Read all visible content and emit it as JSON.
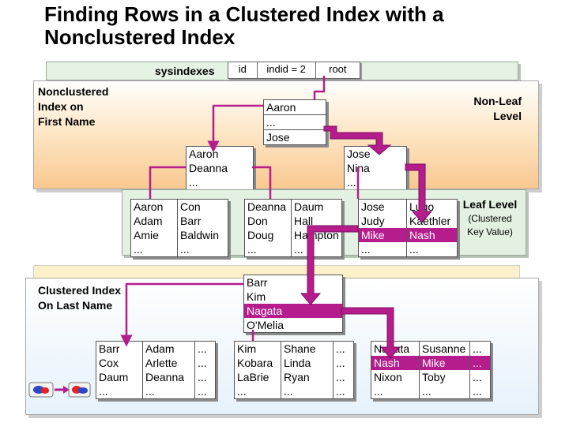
{
  "title": [
    "Finding Rows in a Clustered Index with a",
    "Nonclustered Index"
  ],
  "sysindexes": {
    "label": "sysindexes",
    "cols": [
      "id",
      "indid = 2",
      "root"
    ]
  },
  "labels": {
    "nonclustered": [
      "Nonclustered",
      "Index on",
      "First Name"
    ],
    "nonleaf": [
      "Non-Leaf",
      "Level"
    ],
    "leaf_title": "Leaf Level",
    "leaf_sub": [
      "(Clustered",
      "Key Value)"
    ],
    "clustered": [
      "Clustered Index",
      "On Last Name"
    ]
  },
  "nc_root": [
    "Aaron",
    "...",
    "Jose"
  ],
  "nc_mid_left": [
    "Aaron",
    "Deanna",
    "..."
  ],
  "nc_mid_right": [
    "Jose",
    "Nina",
    "..."
  ],
  "leaf_pages": [
    [
      [
        "Aaron",
        "Con"
      ],
      [
        "Adam",
        "Barr"
      ],
      [
        "Amie",
        "Baldwin"
      ],
      [
        "...",
        "..."
      ]
    ],
    [
      [
        "Deanna",
        "Daum"
      ],
      [
        "Don",
        "Hall"
      ],
      [
        "Doug",
        "Hampton"
      ],
      [
        "...",
        "..."
      ]
    ],
    [
      [
        "Jose",
        "Lugo"
      ],
      [
        "Judy",
        "Kaethler"
      ],
      [
        "Mike",
        "Nash"
      ],
      [
        "...",
        "..."
      ]
    ]
  ],
  "cl_root": [
    "Barr",
    "Kim",
    "Nagata",
    "O'Melia"
  ],
  "data_pages": [
    [
      [
        "Barr",
        "Adam",
        "..."
      ],
      [
        "Cox",
        "Arlette",
        "..."
      ],
      [
        "Daum",
        "Deanna",
        "..."
      ],
      [
        "...",
        "...",
        "..."
      ]
    ],
    [
      [
        "Kim",
        "Shane",
        "..."
      ],
      [
        "Kobara",
        "Linda",
        "..."
      ],
      [
        "LaBrie",
        "Ryan",
        "..."
      ],
      [
        "...",
        "...",
        "..."
      ]
    ],
    [
      [
        "Nagata",
        "Susanne",
        "..."
      ],
      [
        "Nash",
        "Mike",
        "..."
      ],
      [
        "Nixon",
        "Toby",
        "..."
      ],
      [
        "...",
        "...",
        "..."
      ]
    ]
  ],
  "colors": {
    "arrow": "#b51d8c",
    "highlight": "#b51d8c"
  },
  "icons": [
    "database-icon-left",
    "database-icon-right"
  ]
}
